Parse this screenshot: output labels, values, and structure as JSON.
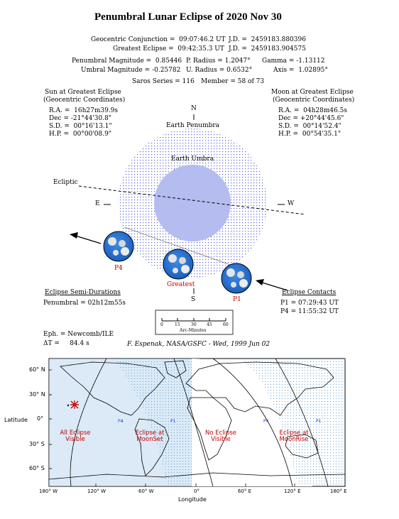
{
  "title": "Penumbral Lunar Eclipse of 2020 Nov 30",
  "circumstances": {
    "conjunction": "Geocentric Conjunction =  09:07:46.2 UT",
    "conjunction_jd": "J.D. =  2459183.880396",
    "greatest": "Greatest Eclipse =  09:42:35.3 UT",
    "greatest_jd": "J.D. =  2459183.904575",
    "pen_mag": "Penumbral Magnitude =  0.85446",
    "p_radius": "P. Radius = 1.2047°",
    "gamma": "Gamma = -1.13112",
    "umb_mag": "Umbral Magnitude = -0.25782",
    "u_radius": "U. Radius = 0.6532°",
    "axis": "Axis =  1.02895°",
    "saros": "Saros Series = 116",
    "member": "Member = 58 of 73"
  },
  "sun": {
    "heading": "Sun at Greatest Eclipse",
    "subheading": "(Geocentric Coordinates)",
    "ra": "R.A. =  16h27m39.9s",
    "dec": "Dec = -21°44'30.8\"",
    "sd": "S.D. =  00°16'13.1\"",
    "hp": "H.P. =  00°00'08.9\""
  },
  "moon": {
    "heading": "Moon at Greatest Eclipse",
    "subheading": "(Geocentric Coordinates)",
    "ra": "R.A. =  04h28m46.5s",
    "dec": "Dec = +20°44'45.6\"",
    "sd": "S.D. =  00°14'52.4\"",
    "hp": "H.P. =  00°54'35.1\""
  },
  "diagram": {
    "north": "N",
    "south": "S",
    "east": "E",
    "west": "W",
    "penumbra_label": "Earth Penumbra",
    "umbra_label": "Earth Umbra",
    "ecliptic_label": "Ecliptic",
    "p4_label": "P4",
    "greatest_label": "Greatest",
    "p1_label": "P1"
  },
  "semi_durations": {
    "heading": "Eclipse Semi-Durations",
    "penumbral": "Penumbral = 02h12m55s"
  },
  "contacts": {
    "heading": "Eclipse Contacts",
    "p1": "P1 = 07:29:43 UT",
    "p4": "P4 = 11:55:32 UT"
  },
  "scale": {
    "ticks": [
      "0",
      "15",
      "30",
      "45",
      "60"
    ],
    "label": "Arc-Minutes"
  },
  "ephemeris": {
    "eph": "Eph. = Newcomb/ILE",
    "delta_t": "ΔT =     84.4 s",
    "credit": "F. Espenak, NASA/GSFC - Wed, 1999 Jun 02"
  },
  "map": {
    "lat_ticks": [
      "60° N",
      "30° N",
      "0°",
      "30° S",
      "60° S"
    ],
    "lon_ticks": [
      "180° W",
      "120° W",
      "60° W",
      "0°",
      "60° E",
      "120° E",
      "180° E"
    ],
    "y_label": "Latitude",
    "x_label": "Longitude",
    "region_all": "All Eclipse Visible",
    "region_set": "Eclipse at MoonSet",
    "region_none": "No Eclipse Visible",
    "region_rise": "Eclipse at MoonRise",
    "p4_left": "P4",
    "p1_left": "P1",
    "p4_right": "P4",
    "p1_right": "P1"
  },
  "colors": {
    "penumbra": "#7f86e0",
    "umbra": "#9aa6ee",
    "moon_blue": "#2a78d6",
    "label_red": "#c00000",
    "map_dots": "#7fb6e0"
  }
}
